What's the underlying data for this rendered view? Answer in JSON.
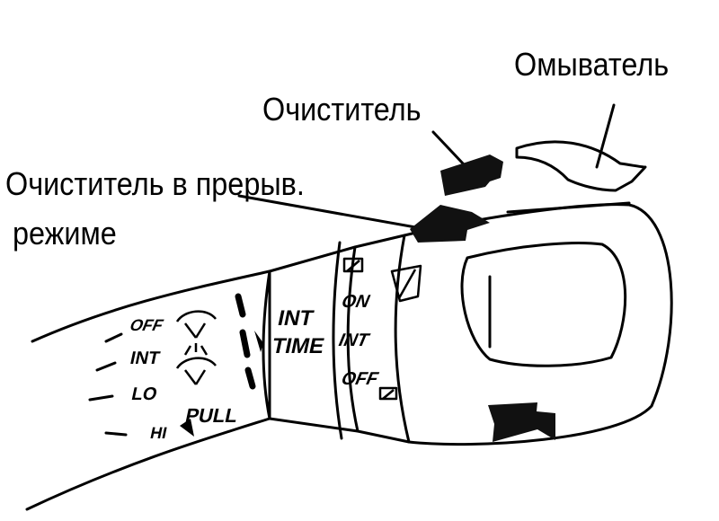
{
  "labels": {
    "washer": "Омыватель",
    "wiper": "Очиститель",
    "intermittent_line1": "Очиститель в прерыв.",
    "intermittent_line2": "режиме"
  },
  "stalk": {
    "off": "OFF",
    "int": "INT",
    "lo": "LO",
    "hi": "HI",
    "pull": "PULL",
    "int_time_line1": "INT",
    "int_time_line2": "TIME"
  },
  "knob": {
    "on": "ON",
    "int": "INT",
    "off": "OFF"
  },
  "icons": [
    "wiper-icon",
    "washer-icon",
    "rear-wiper-icon",
    "rear-washer-icon",
    "arrow-icon"
  ]
}
